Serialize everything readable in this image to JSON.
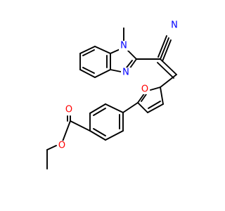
{
  "molecule": {
    "atom_labels": {
      "nitrile_n": "N",
      "imidazole_n_methyl": "N",
      "imidazole_n": "N",
      "furan_o": "O",
      "carbonyl_o": "O",
      "ester_o": "O"
    },
    "colors": {
      "bond": "#000000",
      "N": "#0000ff",
      "O": "#ff0000"
    }
  }
}
